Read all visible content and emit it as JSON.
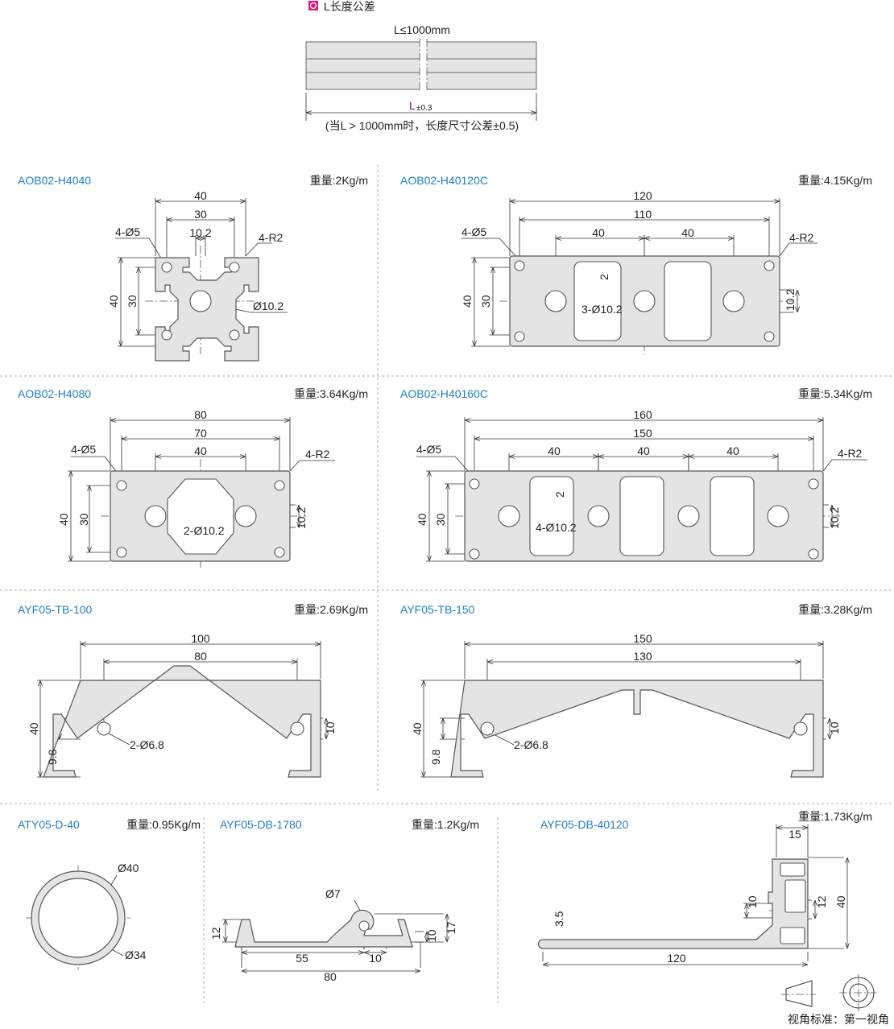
{
  "tolerance": {
    "title": "L长度公差",
    "top_dim": "L≤1000mm",
    "L": "L",
    "tol": "±0.3",
    "note": "(当L > 1000mm时，长度尺寸公差±0.5)",
    "accent": "#e0197d"
  },
  "profiles": [
    {
      "name": "AOB02-H4040",
      "weight": "重量:2Kg/m",
      "dims": [
        "40",
        "30",
        "10.2",
        "4-Ø5",
        "4-R2",
        "Ø10.2",
        "40",
        "30"
      ]
    },
    {
      "name": "AOB02-H40120C",
      "weight": "重量:4.15Kg/m",
      "dims": [
        "120",
        "110",
        "40",
        "40",
        "4-Ø5",
        "4-R2",
        "2",
        "3-Ø10.2",
        "40",
        "30",
        "10.2"
      ]
    },
    {
      "name": "AOB02-H4080",
      "weight": "重量:3.64Kg/m",
      "dims": [
        "80",
        "70",
        "40",
        "4-Ø5",
        "4-R2",
        "2-Ø10.2",
        "40",
        "30",
        "10.2"
      ]
    },
    {
      "name": "AOB02-H40160C",
      "weight": "重量:5.34Kg/m",
      "dims": [
        "160",
        "150",
        "40",
        "40",
        "40",
        "4-Ø5",
        "4-R2",
        "2",
        "4-Ø10.2",
        "40",
        "30",
        "10.2"
      ]
    },
    {
      "name": "AYF05-TB-100",
      "weight": "重量:2.69Kg/m",
      "dims": [
        "100",
        "80",
        "2-Ø6.8",
        "40",
        "9.8",
        "10"
      ]
    },
    {
      "name": "AYF05-TB-150",
      "weight": "重量:3.28Kg/m",
      "dims": [
        "150",
        "130",
        "2-Ø6.8",
        "40",
        "9.8",
        "10"
      ]
    },
    {
      "name": "ATY05-D-40",
      "weight": "重量:0.95Kg/m",
      "dims": [
        "Ø40",
        "Ø34"
      ]
    },
    {
      "name": "AYF05-DB-1780",
      "weight": "重量:1.2Kg/m",
      "dims": [
        "Ø7",
        "12",
        "55",
        "10",
        "80",
        "10",
        "17"
      ]
    },
    {
      "name": "AYF05-DB-40120",
      "weight": "重量:1.73Kg/m",
      "dims": [
        "15",
        "10",
        "12",
        "40",
        "3.5",
        "120"
      ]
    }
  ],
  "view_standard": "视角标准：第一视角",
  "colors": {
    "title_blue": "#1f7ec2",
    "profile_fill": "#e4e4e4"
  }
}
